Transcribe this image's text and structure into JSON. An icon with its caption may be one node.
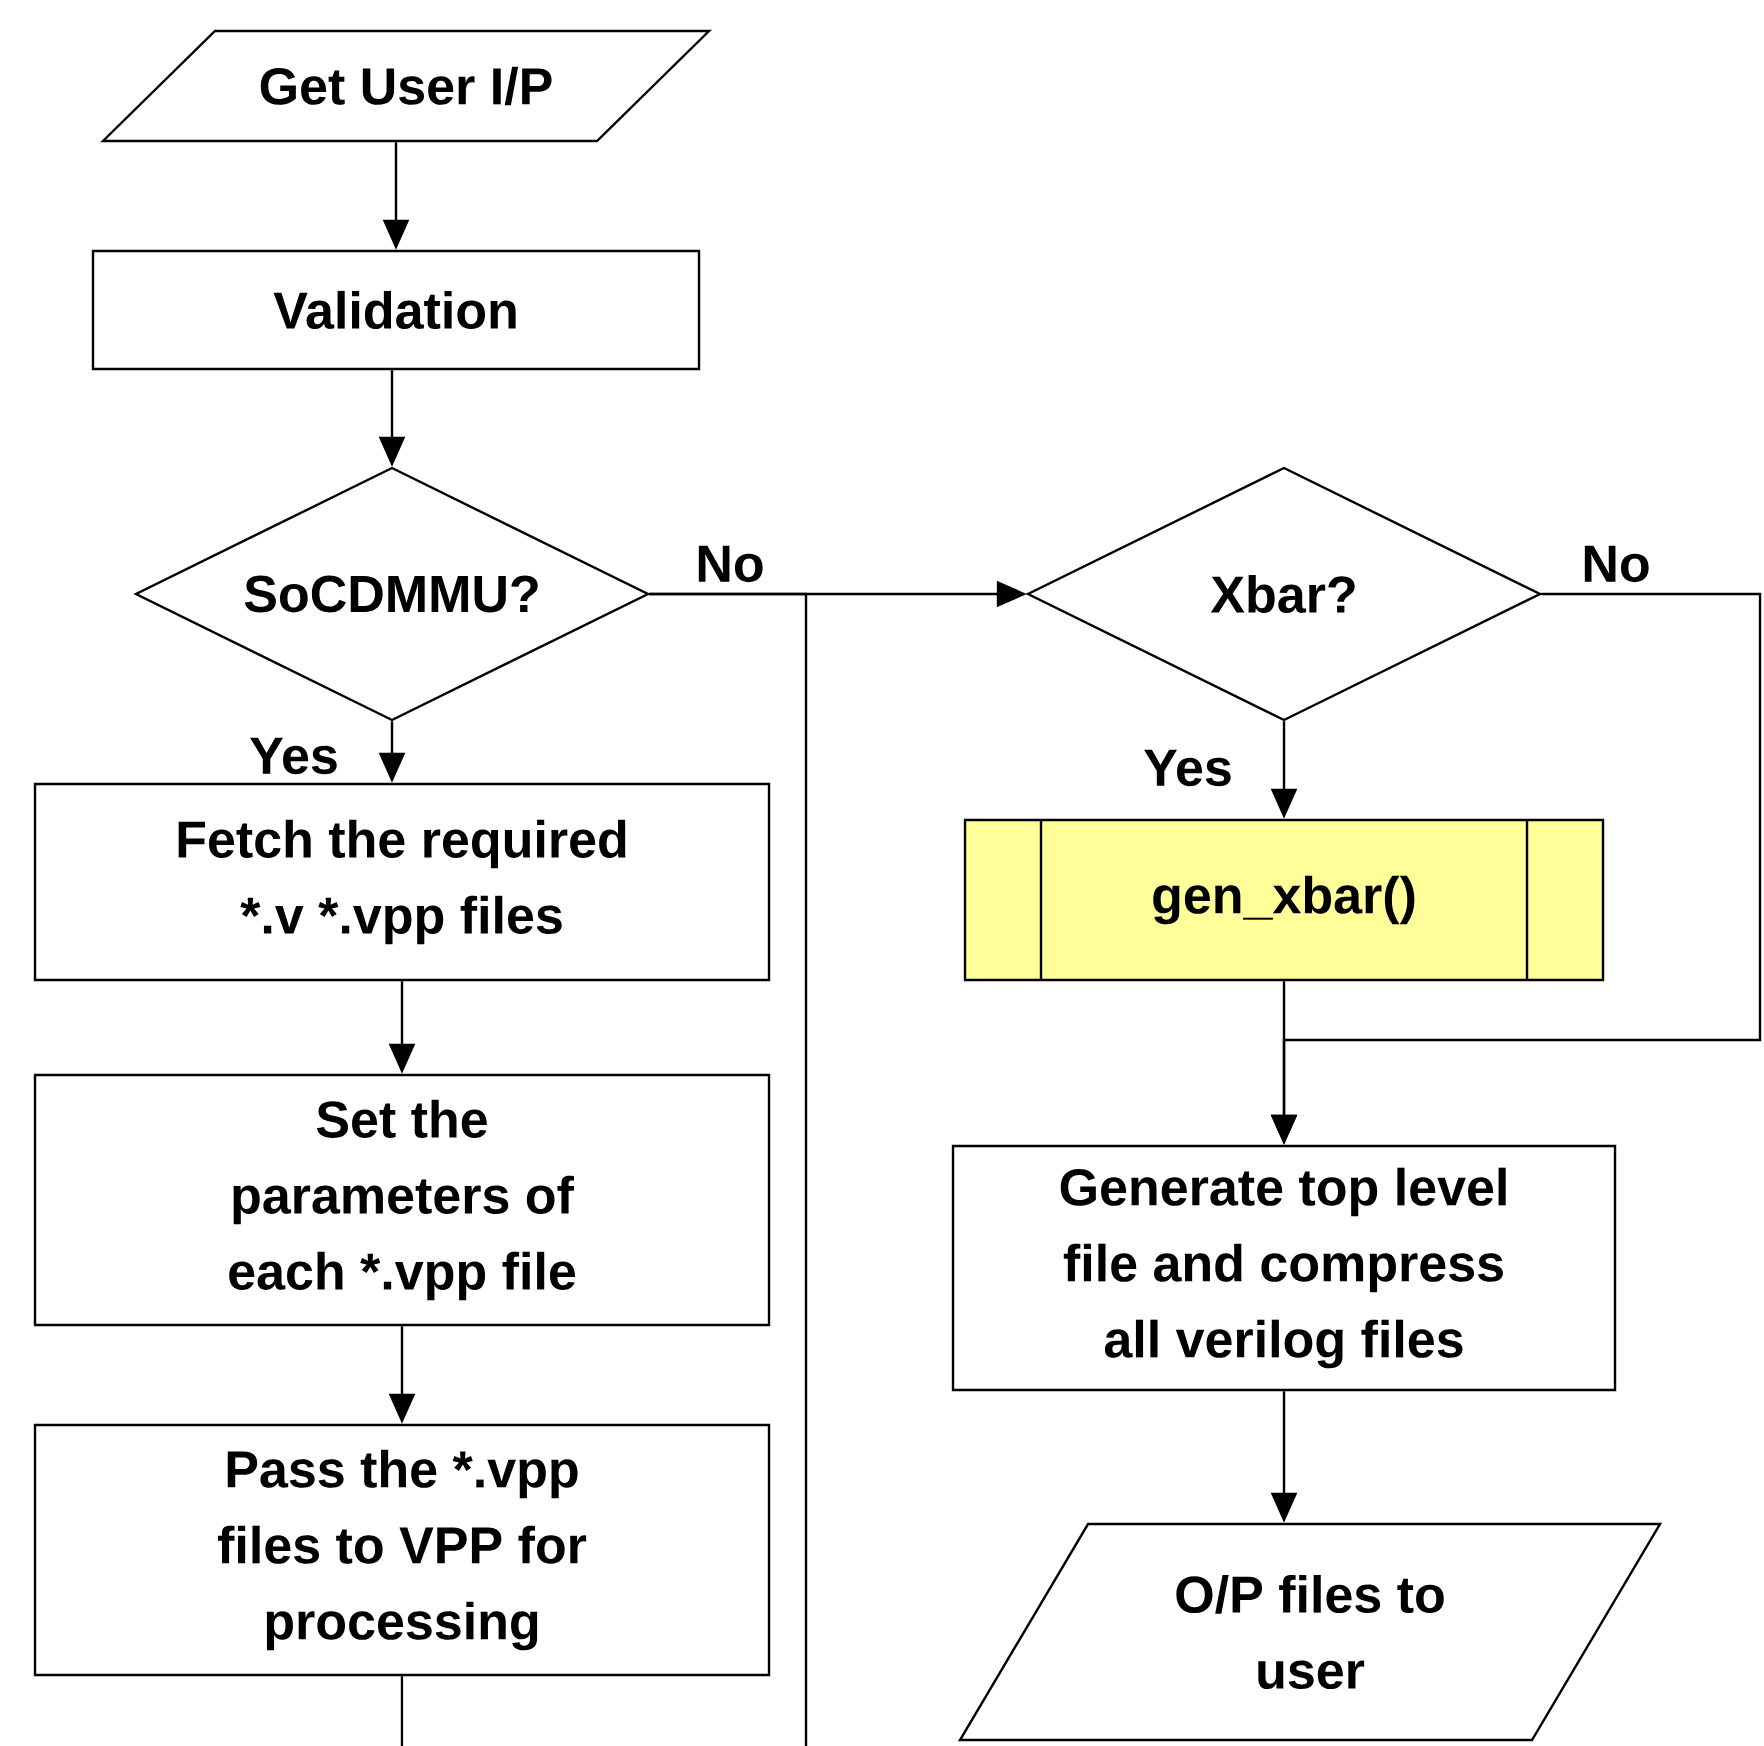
{
  "diagram": {
    "nodes": [
      {
        "text": [
          "Get User I/P"
        ]
      },
      {
        "text": [
          "Validation"
        ]
      },
      {
        "text": [
          "SoCDMMU?"
        ]
      },
      {
        "text": [
          "Fetch the required *.v *.vpp files"
        ]
      },
      {
        "text": [
          "Set the parameters of each *.vpp file"
        ]
      },
      {
        "text": [
          "Pass the *.vpp files to VPP for processing"
        ]
      },
      {
        "text": [
          "Xbar?"
        ]
      },
      {
        "text": [
          "gen_xbar()"
        ]
      },
      {
        "text": [
          "Generate top level file and compress all verilog files"
        ]
      },
      {
        "text": [
          "O/P files to user"
        ]
      }
    ],
    "edges": [
      {
        "from": 0,
        "to": 1,
        "arrow": "to"
      },
      {
        "from": 1,
        "to": 2,
        "arrow": "to"
      },
      {
        "from": 2,
        "to": 3,
        "arrow": "to",
        "label": "Yes"
      },
      {
        "from": 3,
        "to": 4,
        "arrow": "to"
      },
      {
        "from": 4,
        "to": 5,
        "arrow": "to"
      },
      {
        "from": 2,
        "to": 6,
        "arrow": "to",
        "label": "No"
      },
      {
        "from": 2,
        "to": null,
        "arrow": "none"
      },
      {
        "from": 6,
        "to": 7,
        "arrow": "to",
        "label": "Yes"
      },
      {
        "from": 6,
        "to": 8,
        "arrow": "to",
        "label": "No"
      },
      {
        "from": 7,
        "to": 8,
        "arrow": "to"
      },
      {
        "from": 8,
        "to": 9,
        "arrow": "to"
      },
      {
        "from": 5,
        "to": null,
        "arrow": "none"
      }
    ]
  }
}
